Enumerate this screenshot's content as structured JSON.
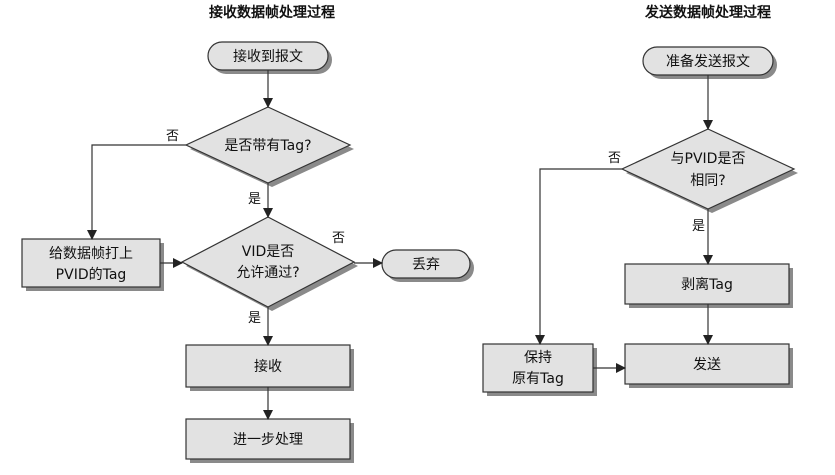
{
  "receive": {
    "title": "接收数据帧处理过程",
    "start": "接收到报文",
    "decision_tag": "是否带有Tag?",
    "add_tag_line1": "给数据帧打上",
    "add_tag_line2": "PVID的Tag",
    "decision_vid_line1": "VID是否",
    "decision_vid_line2": "允许通过?",
    "discard": "丢弃",
    "accept": "接收",
    "further": "进一步处理",
    "no_tag": "否",
    "yes_tag": "是",
    "no_vid": "否",
    "yes_vid": "是"
  },
  "send": {
    "title": "发送数据帧处理过程",
    "start": "准备发送报文",
    "decision_line1": "与PVID是否",
    "decision_line2": "相同?",
    "strip": "剥离Tag",
    "keep_line1": "保持",
    "keep_line2": "原有Tag",
    "send": "发送",
    "no": "否",
    "yes": "是"
  }
}
